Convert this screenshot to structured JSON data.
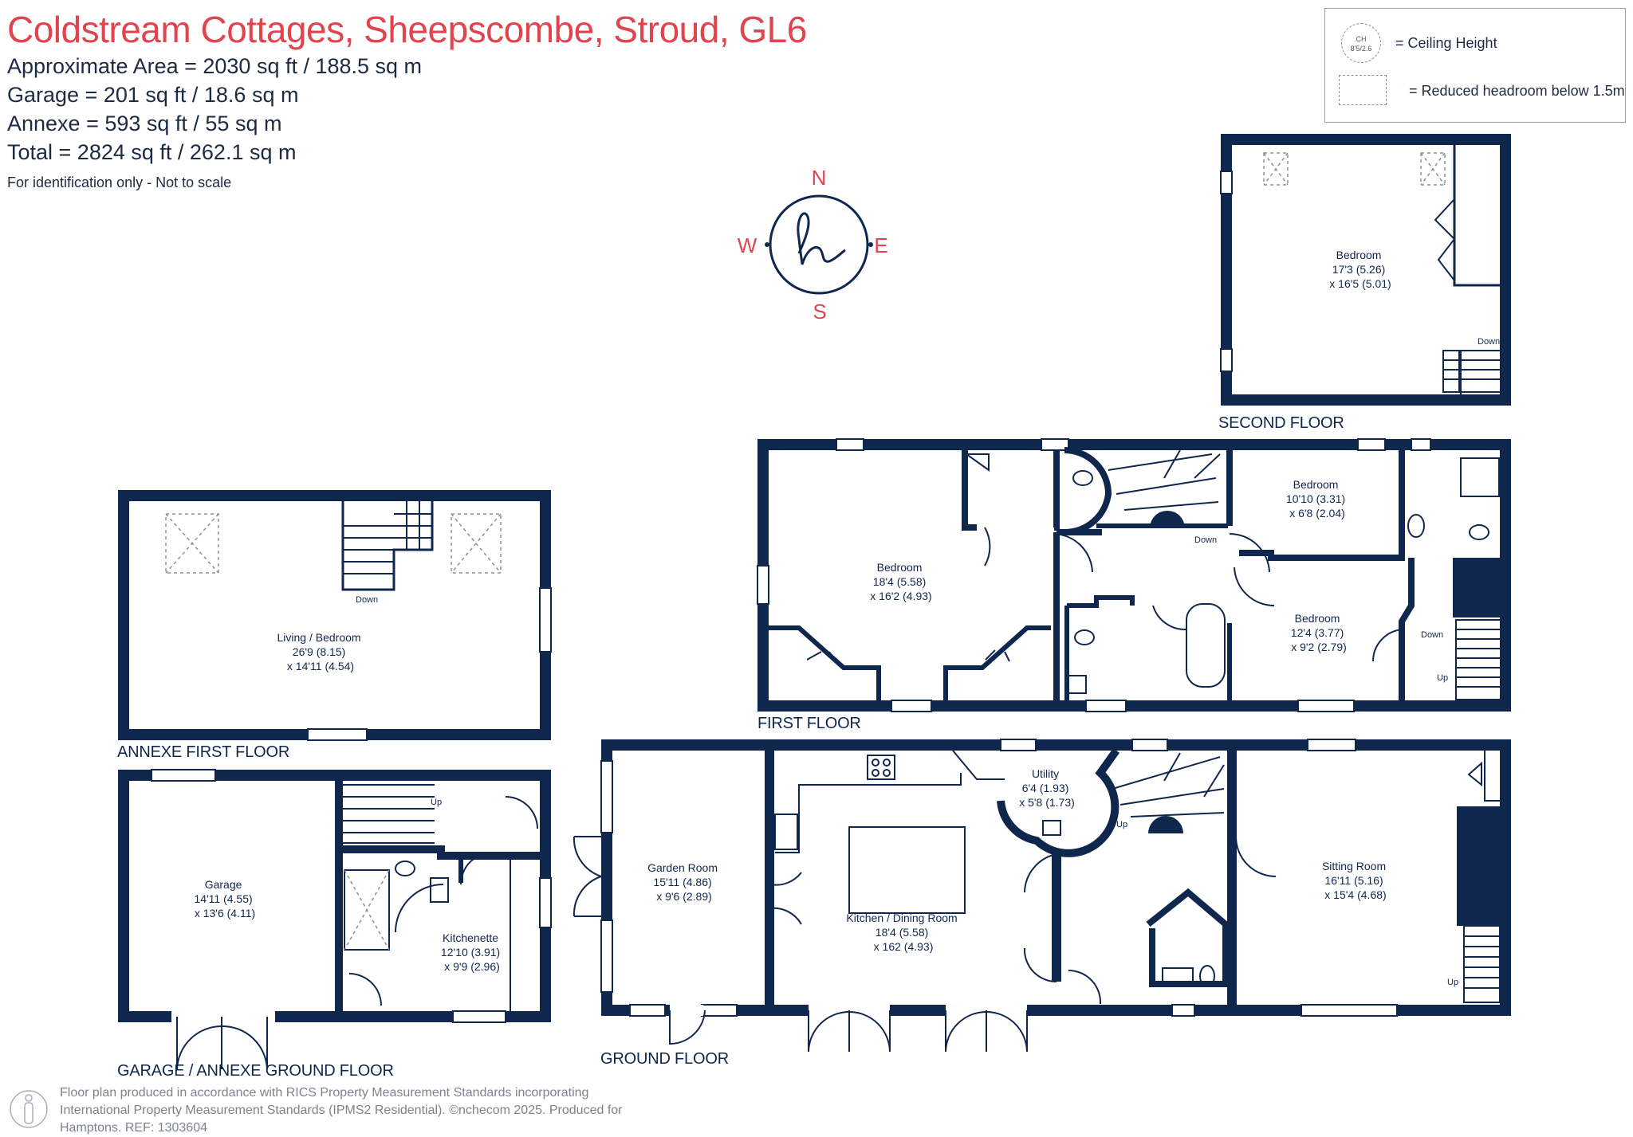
{
  "header": {
    "title": "Coldstream Cottages, Sheepscombe, Stroud, GL6",
    "areas": [
      "Approximate Area = 2030 sq ft / 188.5 sq m",
      "Garage = 201 sq ft / 18.6 sq m",
      "Annexe = 593 sq ft / 55 sq m",
      "Total = 2824 sq ft / 262.1 sq m"
    ],
    "disclaimer": "For identification only - Not to scale"
  },
  "legend": {
    "ch_icon_top": "CH",
    "ch_icon_bottom": "8'5/2.6",
    "ceiling_height": "= Ceiling Height",
    "reduced_headroom": "= Reduced headroom below 1.5m"
  },
  "compass": {
    "n": "N",
    "e": "E",
    "s": "S",
    "w": "W"
  },
  "floors": {
    "second": "SECOND FLOOR",
    "first": "FIRST FLOOR",
    "annexe_first": "ANNEXE FIRST FLOOR",
    "garage_annexe_ground": "GARAGE / ANNEXE GROUND FLOOR",
    "ground": "GROUND FLOOR"
  },
  "rooms": {
    "second_bedroom": [
      "Bedroom",
      "17'3 (5.26)",
      "x 16'5 (5.01)"
    ],
    "first_bedroom_main": [
      "Bedroom",
      "18'4 (5.58)",
      "x 16'2 (4.93)"
    ],
    "first_bedroom_2": [
      "Bedroom",
      "10'10 (3.31)",
      "x 6'8 (2.04)"
    ],
    "first_bedroom_3": [
      "Bedroom",
      "12'4 (3.77)",
      "x 9'2 (2.79)"
    ],
    "living_bedroom": [
      "Living / Bedroom",
      "26'9 (8.15)",
      "x 14'11 (4.54)"
    ],
    "garage": [
      "Garage",
      "14'11 (4.55)",
      "x 13'6 (4.11)"
    ],
    "kitchenette": [
      "Kitchenette",
      "12'10 (3.91)",
      "x 9'9 (2.96)"
    ],
    "garden_room": [
      "Garden Room",
      "15'11 (4.86)",
      "x 9'6 (2.89)"
    ],
    "kitchen_dining": [
      "Kitchen / Dining Room",
      "18'4 (5.58)",
      "x 162 (4.93)"
    ],
    "utility": [
      "Utility",
      "6'4 (1.93)",
      "x 5'8 (1.73)"
    ],
    "sitting_room": [
      "Sitting Room",
      "16'11 (5.16)",
      "x 15'4 (4.68)"
    ]
  },
  "stair_labels": {
    "down": "Down",
    "up": "Up"
  },
  "footer": {
    "line1": "Floor plan produced in accordance with RICS Property Measurement Standards incorporating",
    "line2": "International Property Measurement Standards (IPMS2 Residential). ©n",
    "line2_brand": "checom",
    "line2_rest": " 2025.    Produced for",
    "line3": "Hamptons.   REF:  1303604"
  },
  "colors": {
    "accent": "#e0454f",
    "wall": "#10274d",
    "text": "#1d2a44",
    "footer_text": "#7d838e"
  }
}
